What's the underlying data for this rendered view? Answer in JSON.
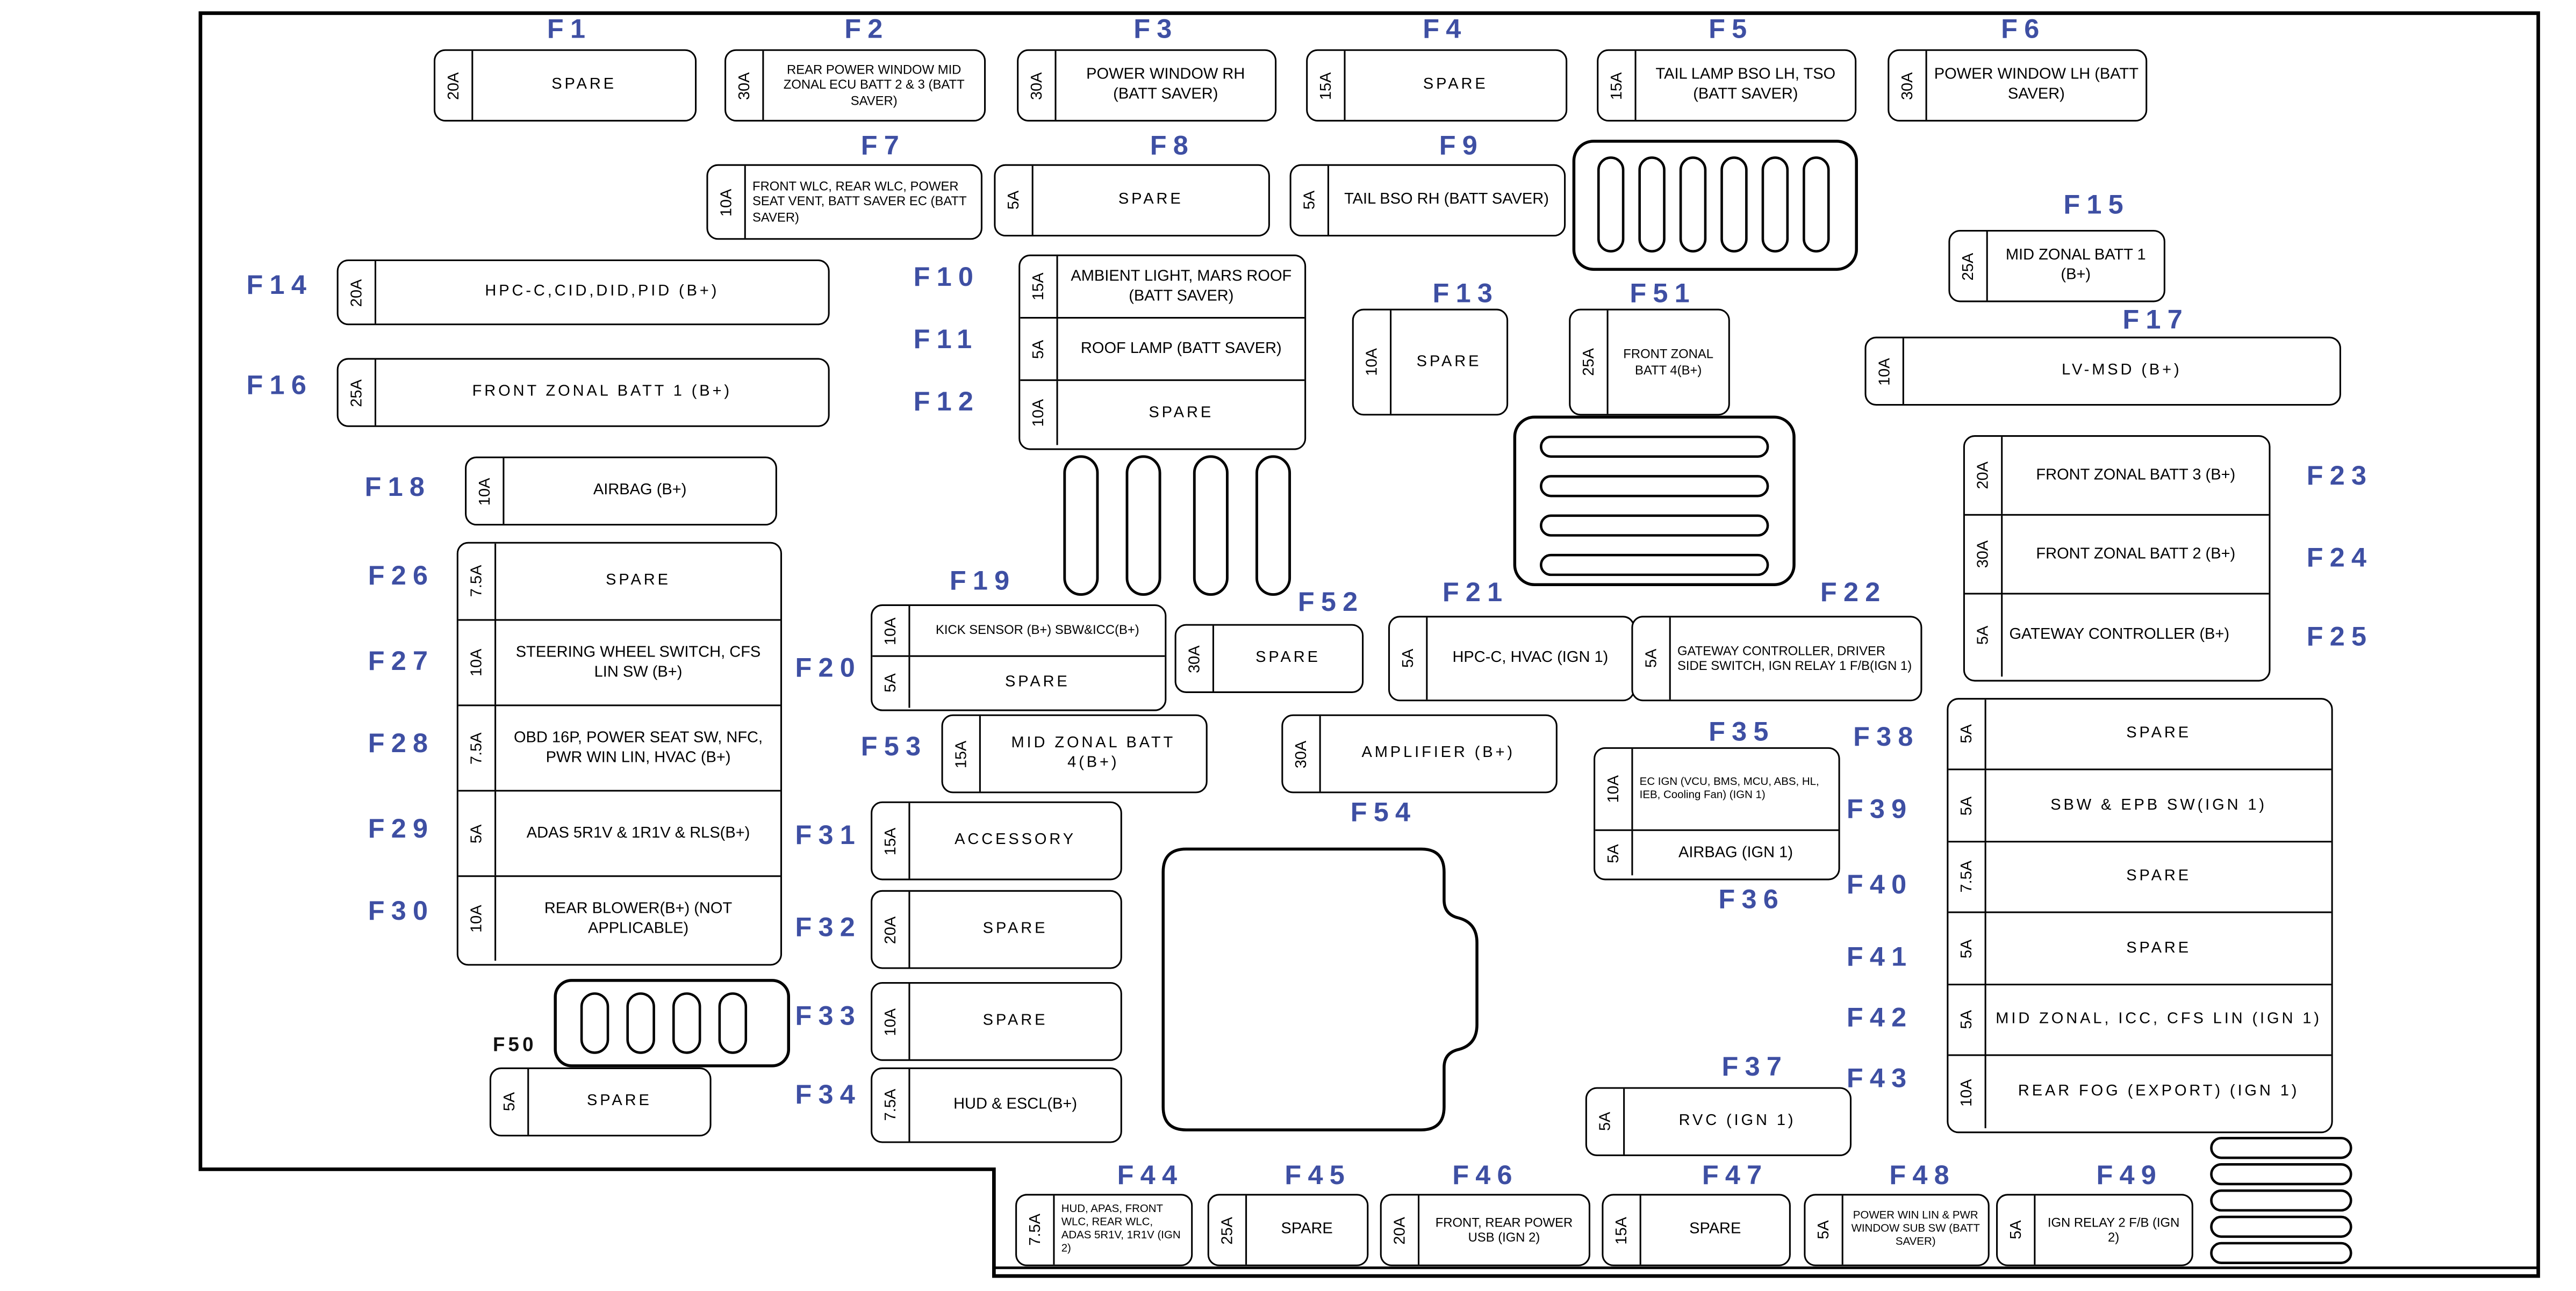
{
  "diagram": {
    "type": "fuse-box-diagram",
    "colors": {
      "label": "#3e4fa3",
      "line": "#000000",
      "background": "#ffffff"
    }
  },
  "fuses": {
    "f1": {
      "label": "F1",
      "amp": "20A",
      "desc": "SPARE"
    },
    "f2": {
      "label": "F2",
      "amp": "30A",
      "desc": "REAR POWER WINDOW MID ZONAL ECU BATT 2 & 3  (BATT SAVER)"
    },
    "f3": {
      "label": "F3",
      "amp": "30A",
      "desc": "POWER WINDOW RH (BATT SAVER)"
    },
    "f4": {
      "label": "F4",
      "amp": "15A",
      "desc": "SPARE"
    },
    "f5": {
      "label": "F5",
      "amp": "15A",
      "desc": "TAIL LAMP BSO LH, TSO (BATT SAVER)"
    },
    "f6": {
      "label": "F6",
      "amp": "30A",
      "desc": "POWER WINDOW LH (BATT SAVER)"
    },
    "f7": {
      "label": "F7",
      "amp": "10A",
      "desc": "FRONT WLC, REAR WLC, POWER SEAT VENT, BATT SAVER EC (BATT SAVER)"
    },
    "f8": {
      "label": "F8",
      "amp": "5A",
      "desc": "SPARE"
    },
    "f9": {
      "label": "F9",
      "amp": "5A",
      "desc": "TAIL BSO RH (BATT SAVER)"
    },
    "f10": {
      "label": "F10",
      "amp": "15A",
      "desc": "AMBIENT LIGHT, MARS ROOF (BATT SAVER)"
    },
    "f11": {
      "label": "F11",
      "amp": "5A",
      "desc": "ROOF LAMP (BATT SAVER)"
    },
    "f12": {
      "label": "F12",
      "amp": "10A",
      "desc": "SPARE"
    },
    "f13": {
      "label": "F13",
      "amp": "10A",
      "desc": "SPARE"
    },
    "f14": {
      "label": "F14",
      "amp": "20A",
      "desc": "HPC-C,CID,DID,PID (B+)"
    },
    "f15": {
      "label": "F15",
      "amp": "25A",
      "desc": "MID ZONAL BATT 1 (B+)"
    },
    "f16": {
      "label": "F16",
      "amp": "25A",
      "desc": "FRONT ZONAL BATT 1 (B+)"
    },
    "f17": {
      "label": "F17",
      "amp": "10A",
      "desc": "LV-MSD (B+)"
    },
    "f18": {
      "label": "F18",
      "amp": "10A",
      "desc": "AIRBAG (B+)"
    },
    "f19": {
      "label": "F19",
      "amp": "10A",
      "desc": "KICK SENSOR (B+) SBW&ICC(B+)"
    },
    "f20": {
      "label": "F20",
      "amp": "5A",
      "desc": "SPARE"
    },
    "f21": {
      "label": "F21",
      "amp": "5A",
      "desc": "HPC-C, HVAC (IGN 1)"
    },
    "f22": {
      "label": "F22",
      "amp": "5A",
      "desc": "GATEWAY CONTROLLER, DRIVER SIDE SWITCH, IGN RELAY 1 F/B(IGN 1)"
    },
    "f23": {
      "label": "F23",
      "amp": "20A",
      "desc": "FRONT ZONAL BATT 3 (B+)"
    },
    "f24": {
      "label": "F24",
      "amp": "30A",
      "desc": "FRONT ZONAL BATT 2 (B+)"
    },
    "f25": {
      "label": "F25",
      "amp": "5A",
      "desc": "GATEWAY CONTROLLER (B+)"
    },
    "f26": {
      "label": "F26",
      "amp": "7.5A",
      "desc": "SPARE"
    },
    "f27": {
      "label": "F27",
      "amp": "10A",
      "desc": "STEERING WHEEL SWITCH, CFS LIN SW (B+)"
    },
    "f28": {
      "label": "F28",
      "amp": "7.5A",
      "desc": "OBD 16P, POWER SEAT SW, NFC, PWR WIN LIN, HVAC (B+)"
    },
    "f29": {
      "label": "F29",
      "amp": "5A",
      "desc": "ADAS 5R1V & 1R1V & RLS(B+)"
    },
    "f30": {
      "label": "F30",
      "amp": "10A",
      "desc": "REAR BLOWER(B+) (NOT APPLICABLE)"
    },
    "f31": {
      "label": "F31",
      "amp": "15A",
      "desc": "ACCESSORY"
    },
    "f32": {
      "label": "F32",
      "amp": "20A",
      "desc": "SPARE"
    },
    "f33": {
      "label": "F33",
      "amp": "10A",
      "desc": "SPARE"
    },
    "f34": {
      "label": "F34",
      "amp": "7.5A",
      "desc": "HUD & ESCL(B+)"
    },
    "f35": {
      "label": "F35",
      "amp": "10A",
      "desc": "EC IGN (VCU, BMS, MCU, ABS, HL, IEB, Cooling Fan) (IGN 1)"
    },
    "f36": {
      "label": "F36",
      "amp": "5A",
      "desc": "AIRBAG (IGN 1)"
    },
    "f37": {
      "label": "F37",
      "amp": "5A",
      "desc": "RVC (IGN 1)"
    },
    "f38": {
      "label": "F38",
      "amp": "5A",
      "desc": "SPARE"
    },
    "f39": {
      "label": "F39",
      "amp": "5A",
      "desc": "SBW & EPB SW(IGN 1)"
    },
    "f40": {
      "label": "F40",
      "amp": "7.5A",
      "desc": "SPARE"
    },
    "f41": {
      "label": "F41",
      "amp": "5A",
      "desc": "SPARE"
    },
    "f42": {
      "label": "F42",
      "amp": "5A",
      "desc": "MID ZONAL, ICC, CFS LIN (IGN 1)"
    },
    "f43": {
      "label": "F43",
      "amp": "10A",
      "desc": "REAR FOG (EXPORT) (IGN 1)"
    },
    "f44": {
      "label": "F44",
      "amp": "7.5A",
      "desc": "HUD, APAS, FRONT WLC, REAR WLC, ADAS 5R1V, 1R1V (IGN 2)"
    },
    "f45": {
      "label": "F45",
      "amp": "25A",
      "desc": "SPARE"
    },
    "f46": {
      "label": "F46",
      "amp": "20A",
      "desc": "FRONT, REAR POWER USB (IGN 2)"
    },
    "f47": {
      "label": "F47",
      "amp": "15A",
      "desc": "SPARE"
    },
    "f48": {
      "label": "F48",
      "amp": "5A",
      "desc": "POWER WIN LIN & PWR WINDOW SUB SW (BATT SAVER)"
    },
    "f49": {
      "label": "F49",
      "amp": "5A",
      "desc": "IGN RELAY 2 F/B (IGN 2)"
    },
    "f50": {
      "label": "F50",
      "amp": "5A",
      "desc": "SPARE"
    },
    "f51": {
      "label": "F51",
      "amp": "25A",
      "desc": "FRONT ZONAL BATT 4(B+)"
    },
    "f52": {
      "label": "F52",
      "amp": "30A",
      "desc": "SPARE"
    },
    "f53": {
      "label": "F53",
      "amp": "15A",
      "desc": "MID ZONAL BATT 4(B+)"
    },
    "f54": {
      "label": "F54",
      "amp": "30A",
      "desc": "AMPLIFIER (B+)"
    }
  }
}
